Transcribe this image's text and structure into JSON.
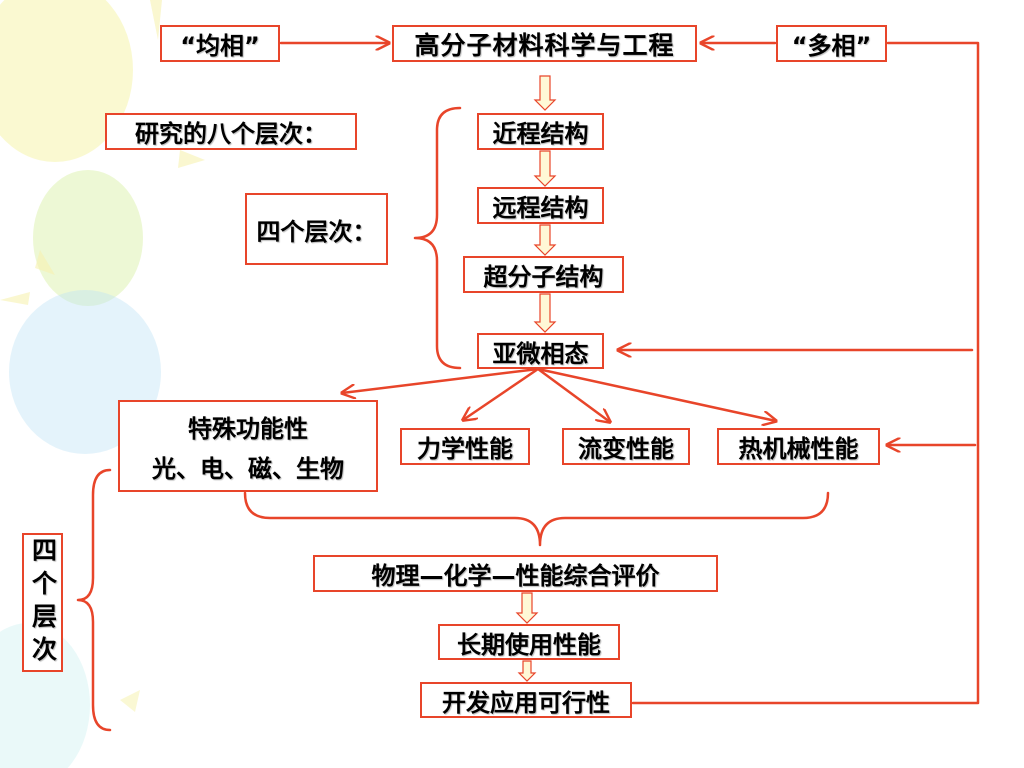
{
  "colors": {
    "accent": "#e8452a",
    "text": "#000000",
    "background": "#ffffff"
  },
  "header": {
    "homogeneous": "“均相”",
    "title": "高分子材料科学与工程",
    "heterogeneous": "“多相”"
  },
  "eight_levels_label": "研究的八个层次：",
  "four_levels_label": "四个层次：",
  "structure_levels": [
    "近程结构",
    "远程结构",
    "超分子结构",
    "亚微相态"
  ],
  "special_function": {
    "title": "特殊功能性",
    "types": "光、电、磁、生物"
  },
  "properties": [
    "力学性能",
    "流变性能",
    "热机械性能"
  ],
  "evaluation": "物理—化学—性能综合评价",
  "long_term_performance": "长期使用性能",
  "application_feasibility": "开发应用可行性",
  "vertical_label": "四个层次"
}
